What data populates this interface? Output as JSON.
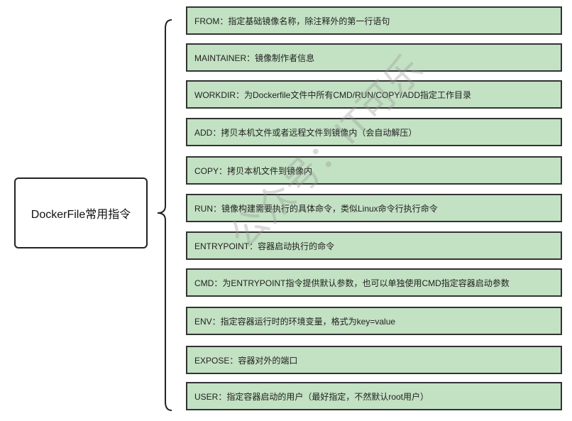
{
  "root": {
    "label": "DockerFile常用指令"
  },
  "nodes": [
    {
      "label": "FROM：指定基础镜像名称，除注释外的第一行语句"
    },
    {
      "label": "MAINTAINER：镜像制作者信息"
    },
    {
      "label": "WORKDIR：为Dockerfile文件中所有CMD/RUN/COPY/ADD指定工作目录"
    },
    {
      "label": "ADD：拷贝本机文件或者远程文件到镜像内（会自动解压）"
    },
    {
      "label": "COPY：拷贝本机文件到镜像内"
    },
    {
      "label": "RUN：镜像构建需要执行的具体命令，类似Linux命令行执行命令"
    },
    {
      "label": "ENTRYPOINT：容器启动执行的命令"
    },
    {
      "label": "CMD：为ENTRYPOINT指令提供默认参数，也可以单独使用CMD指定容器启动参数"
    },
    {
      "label": "ENV：指定容器运行时的环境变量，格式为key=value"
    },
    {
      "label": "EXPOSE：容器对外的端口"
    },
    {
      "label": "USER：指定容器启动的用户（最好指定，不然默认root用户）"
    }
  ],
  "watermark": "公众号：IT可乐",
  "colors": {
    "node_fill": "#c3e1c3",
    "border": "#333333"
  }
}
